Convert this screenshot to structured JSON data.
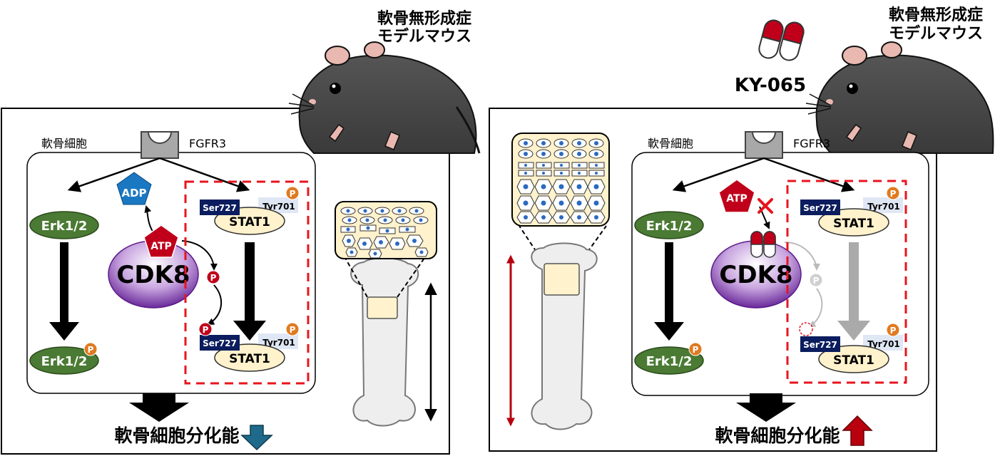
{
  "colors": {
    "erk_green": "#4a7a33",
    "cdk8_purple": "#7a3aa8",
    "adp_blue": "#1a78c2",
    "atp_red": "#c0001a",
    "ser_navy": "#0b1d5e",
    "phospho_orange": "#e07a20",
    "down_arrow_teal": "#1f6a8a",
    "up_arrow_red": "#b8000e",
    "cartilage_cream": "#fff2cc",
    "dashed_red": "#e8141e"
  },
  "left_panel": {
    "mouse_label_line1": "軟骨無形成症",
    "mouse_label_line2": "モデルマウス",
    "cell_label": "軟骨細胞",
    "receptor_label": "FGFR3",
    "erk_top": "Erk1/2",
    "erk_bottom": "Erk1/2",
    "adp": "ADP",
    "atp": "ATP",
    "cdk8": "CDK8",
    "phospho": "P",
    "ser727_top": "Ser727",
    "tyr701_top": "Tyr701",
    "stat1_top": "STAT1",
    "ser727_bottom": "Ser727",
    "tyr701_bottom": "Tyr701",
    "stat1_bottom": "STAT1",
    "bottom_caption": "軟骨細胞分化能",
    "effect": "down"
  },
  "right_panel": {
    "drug_label": "KY-065",
    "mouse_label_line1": "軟骨無形成症",
    "mouse_label_line2": "モデルマウス",
    "cell_label": "軟骨細胞",
    "receptor_label": "FGFR3",
    "erk_top": "Erk1/2",
    "erk_bottom": "Erk1/2",
    "atp": "ATP",
    "cdk8": "CDK8",
    "phospho": "P",
    "ser727_top": "Ser727",
    "tyr701_top": "Tyr701",
    "stat1_top": "STAT1",
    "ser727_bottom": "Ser727",
    "tyr701_bottom": "Tyr701",
    "stat1_bottom": "STAT1",
    "bottom_caption": "軟骨細胞分化能",
    "effect": "up"
  }
}
